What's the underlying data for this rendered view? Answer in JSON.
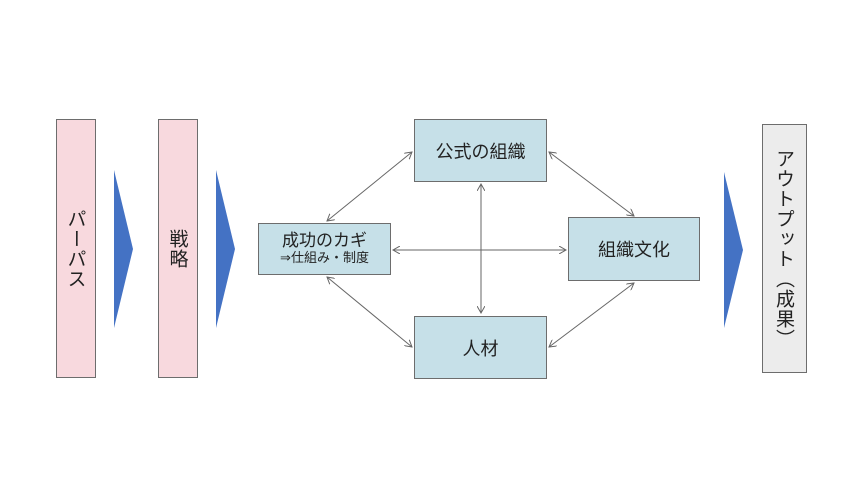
{
  "flow": {
    "purpose": "パーパス",
    "strategy": "戦略",
    "output": "アウトプット（成果）"
  },
  "nodes": {
    "formal_org": "公式の組織",
    "key_title": "成功のカギ",
    "key_sub": "⇒仕組み・制度",
    "culture": "組織文化",
    "people": "人材"
  },
  "colors": {
    "pink": "#f8d9de",
    "blue_box": "#c6e0e8",
    "arrow_blue": "#4472c4",
    "gray": "#ececec"
  }
}
